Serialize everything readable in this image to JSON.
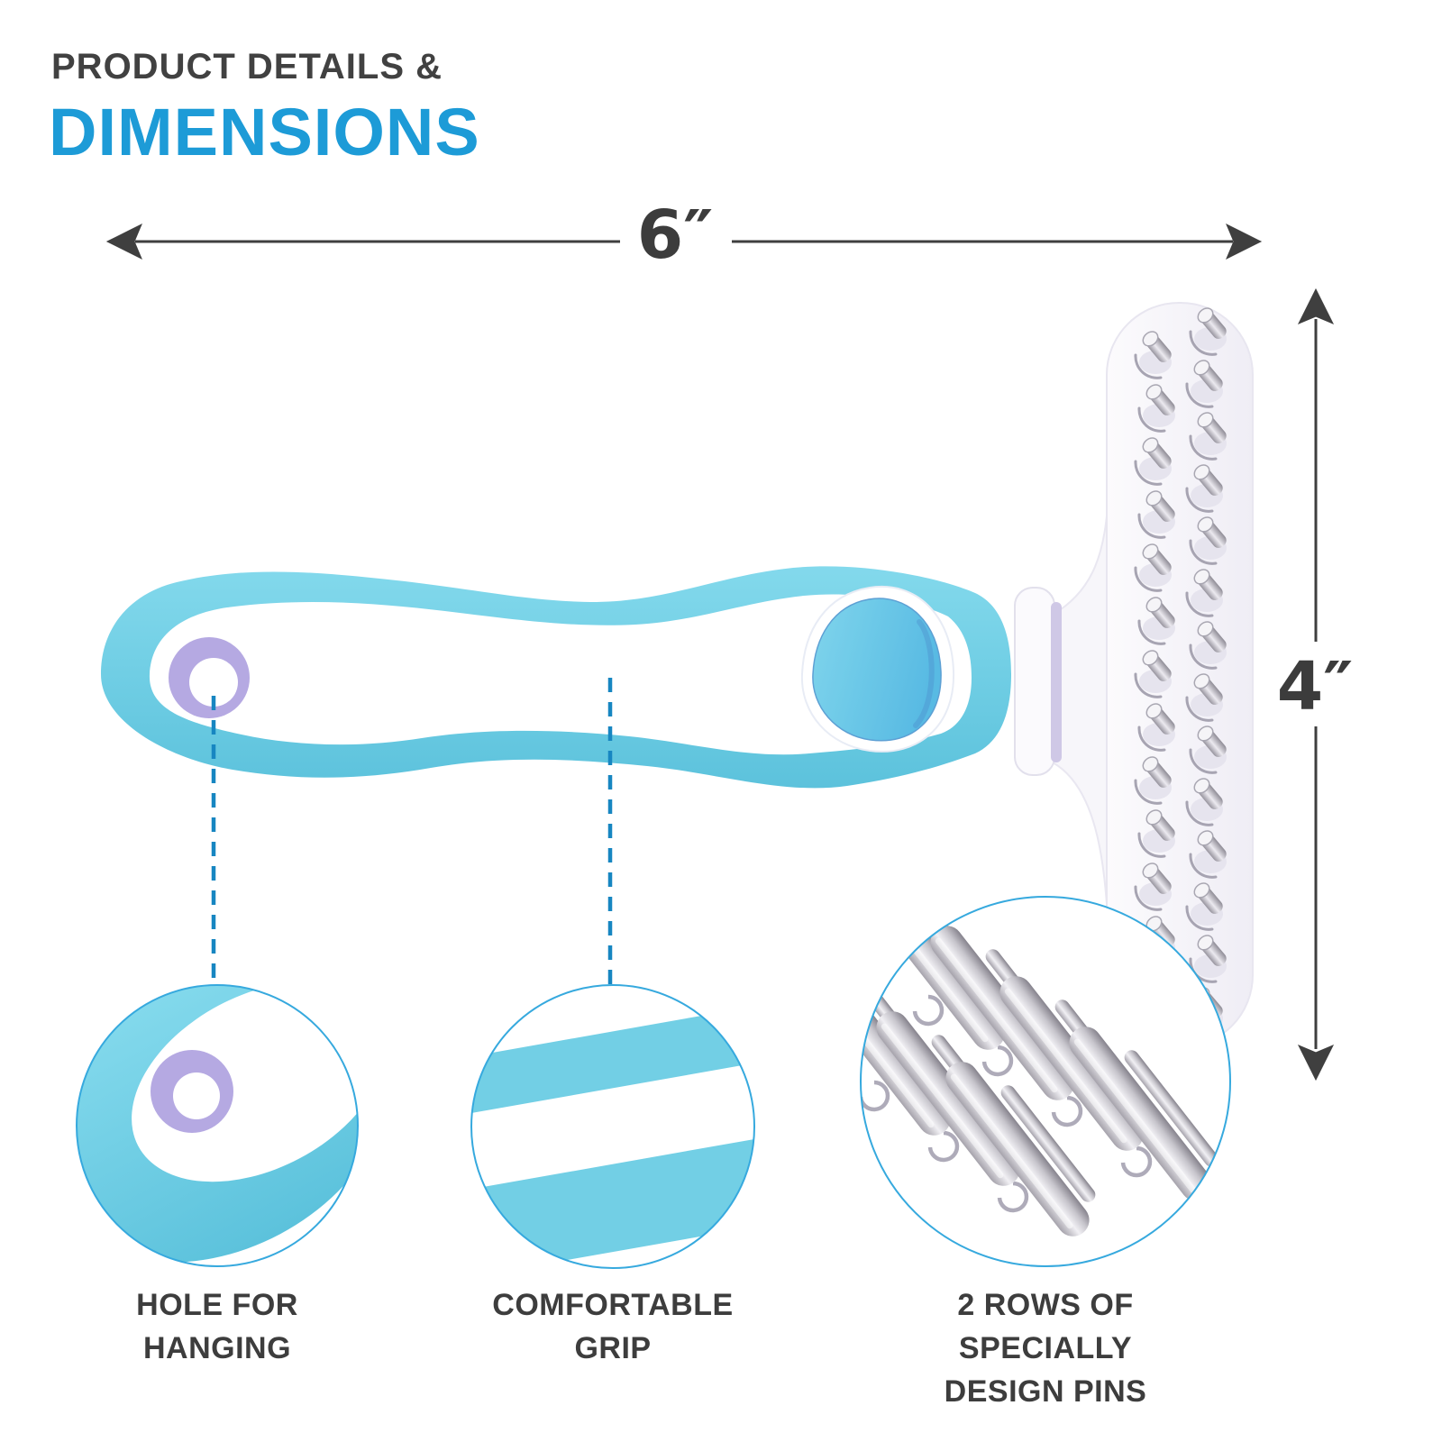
{
  "title": {
    "line1": "PRODUCT DETAILS &",
    "line2": "DIMENSIONS"
  },
  "dimensions": {
    "width_label": "6″",
    "height_label": "4″"
  },
  "callouts": [
    {
      "id": "hole-for-hanging",
      "lines": [
        "HOLE FOR",
        "HANGING"
      ]
    },
    {
      "id": "comfortable-grip",
      "lines": [
        "COMFORTABLE",
        "GRIP"
      ]
    },
    {
      "id": "two-rows-of-pins",
      "lines": [
        "2 ROWS OF",
        "SPECIALLY",
        "DESIGN PINS"
      ]
    }
  ],
  "pins": {
    "rows_on_head": 2,
    "left_column_count": 13,
    "right_column_count": 14,
    "zoom_rod_count": 7
  },
  "colors": {
    "title_gray": "#414141",
    "title_blue": "#1d9bd7",
    "dimension_gray": "#3c3c3c",
    "handle_blue": "#74d0e6",
    "hole_lavender": "#b5a9e2",
    "leader_dash_blue": "#1786c1",
    "callout_ring_blue": "#36a9de",
    "caption_gray": "#3d3d3d"
  }
}
